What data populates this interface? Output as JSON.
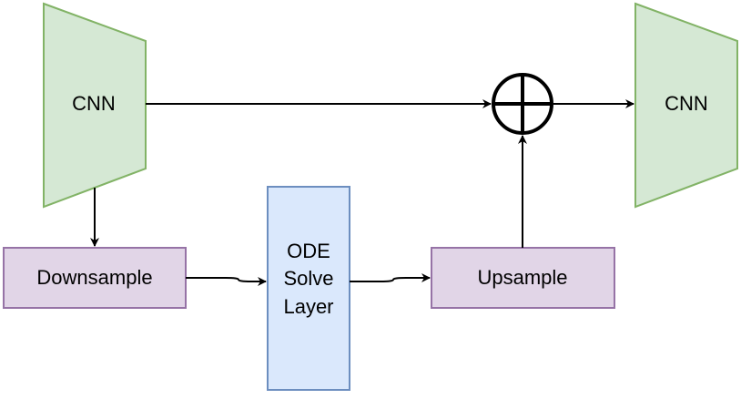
{
  "nodes": {
    "cnn_encoder": {
      "label": "CNN"
    },
    "cnn_decoder": {
      "label": "CNN"
    },
    "downsample": {
      "label": "Downsample"
    },
    "ode_solve": {
      "lines": [
        "ODE",
        "Solve",
        "Layer"
      ]
    },
    "upsample": {
      "label": "Upsample"
    },
    "sum": {
      "symbol": "⊕"
    }
  },
  "colors": {
    "cnn_fill": "#d5e8d4",
    "cnn_stroke": "#82b366",
    "sample_fill": "#e1d5e7",
    "sample_stroke": "#9673a6",
    "ode_fill": "#dae8fc",
    "ode_stroke": "#6c8ebf",
    "edge": "#000000"
  }
}
